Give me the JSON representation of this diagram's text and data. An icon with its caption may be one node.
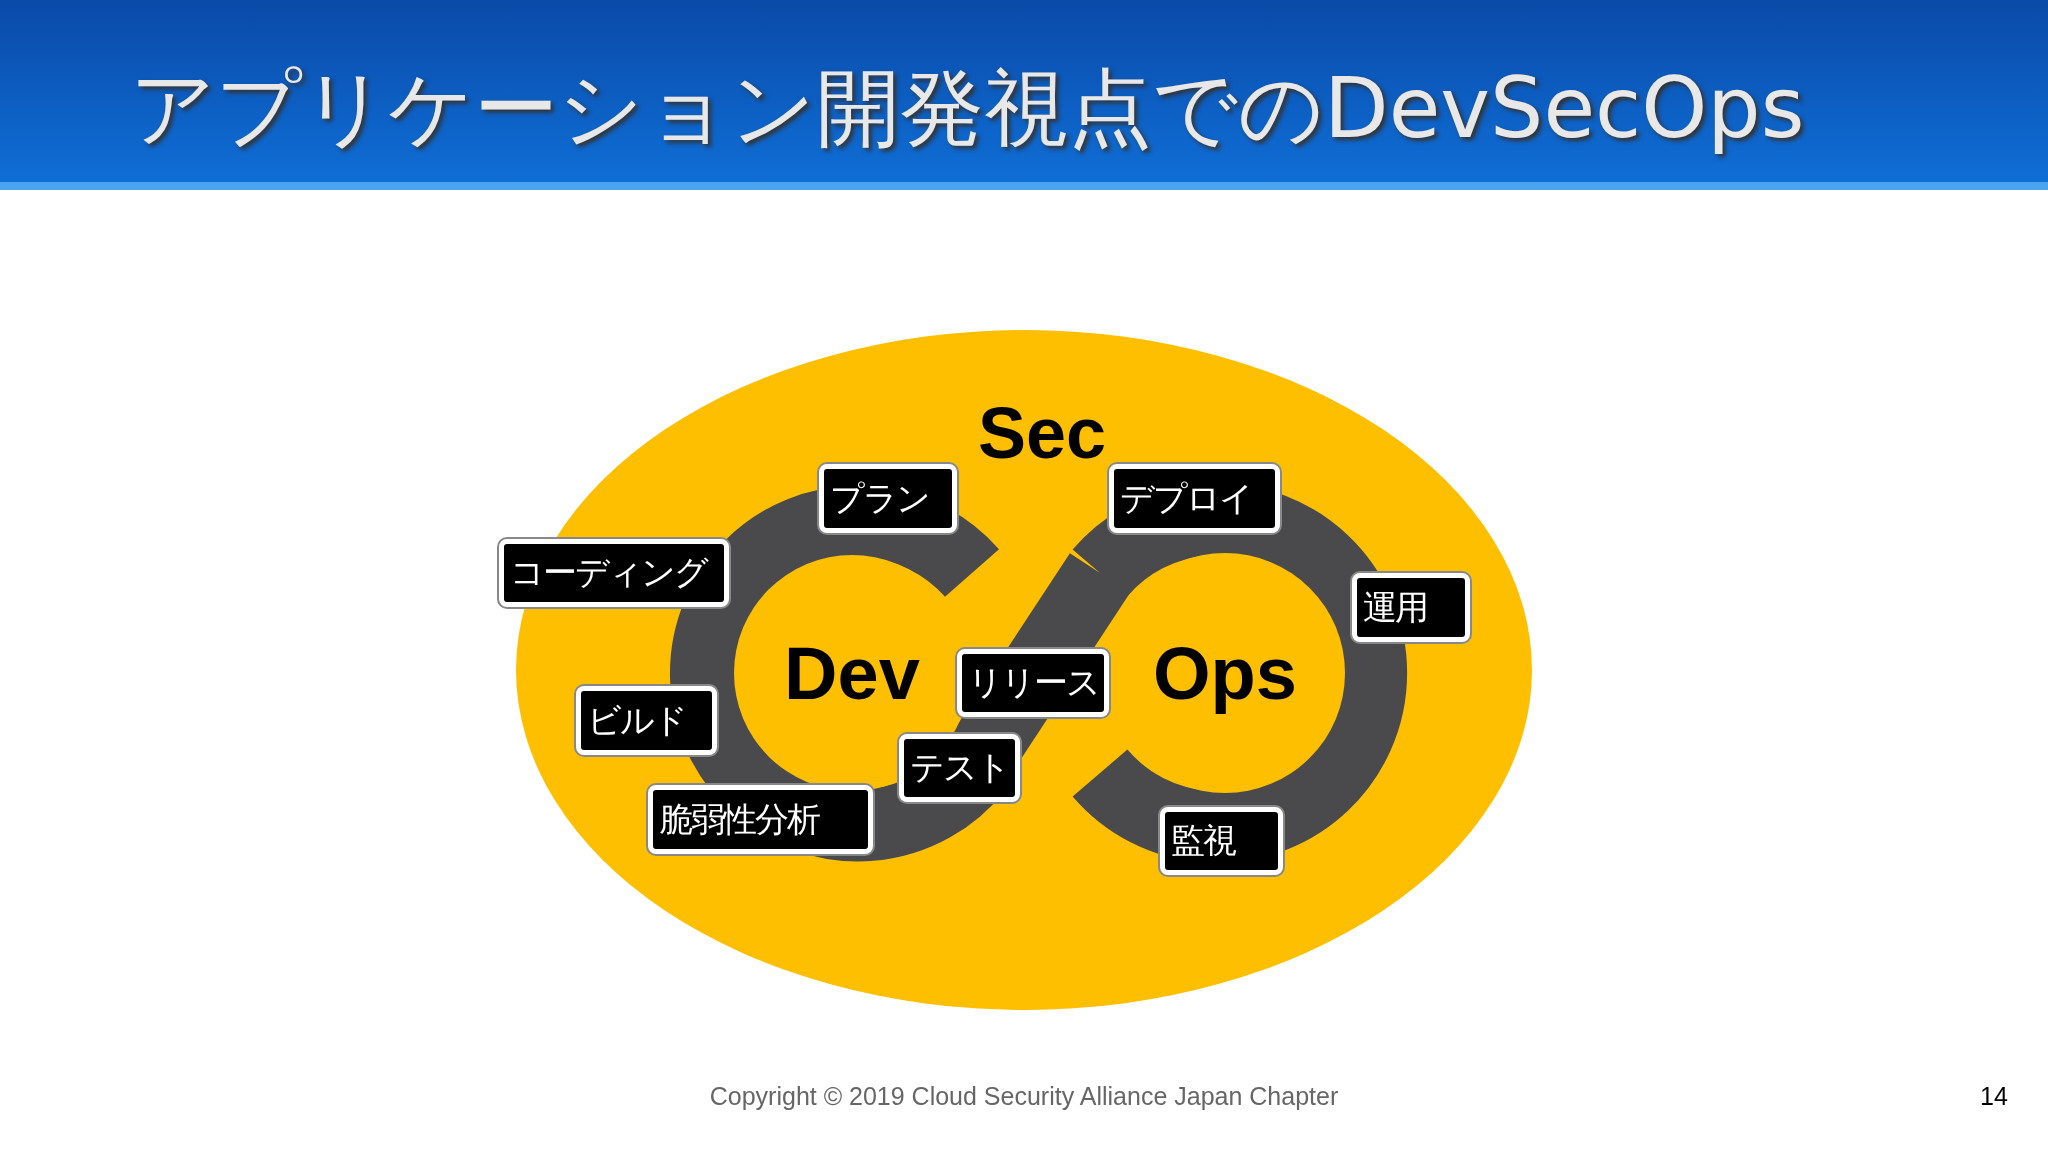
{
  "diagram": {
    "title": "アプリケーション開発視点でのDevSecOps",
    "nodes": [
      {
        "text": [
          "Sec"
        ]
      },
      {
        "text": [
          "Dev"
        ],
        "in": 0
      },
      {
        "text": [
          "Ops"
        ],
        "in": 0
      },
      {
        "text": [
          "プラン"
        ],
        "in": 0
      },
      {
        "text": [
          "デプロイ"
        ],
        "in": 0
      },
      {
        "text": [
          "コーディング"
        ]
      },
      {
        "text": [
          "運用"
        ],
        "in": 0
      },
      {
        "text": [
          "ビルド"
        ],
        "in": 0
      },
      {
        "text": [
          "リリース"
        ],
        "in": 0
      },
      {
        "text": [
          "テスト"
        ],
        "in": 0
      },
      {
        "text": [
          "脆弱性分析"
        ],
        "in": 0
      },
      {
        "text": [
          "監視"
        ],
        "in": 0
      }
    ],
    "labels": [
      "Copyright © 2019 Cloud Security Alliance Japan Chapter",
      "14"
    ]
  }
}
